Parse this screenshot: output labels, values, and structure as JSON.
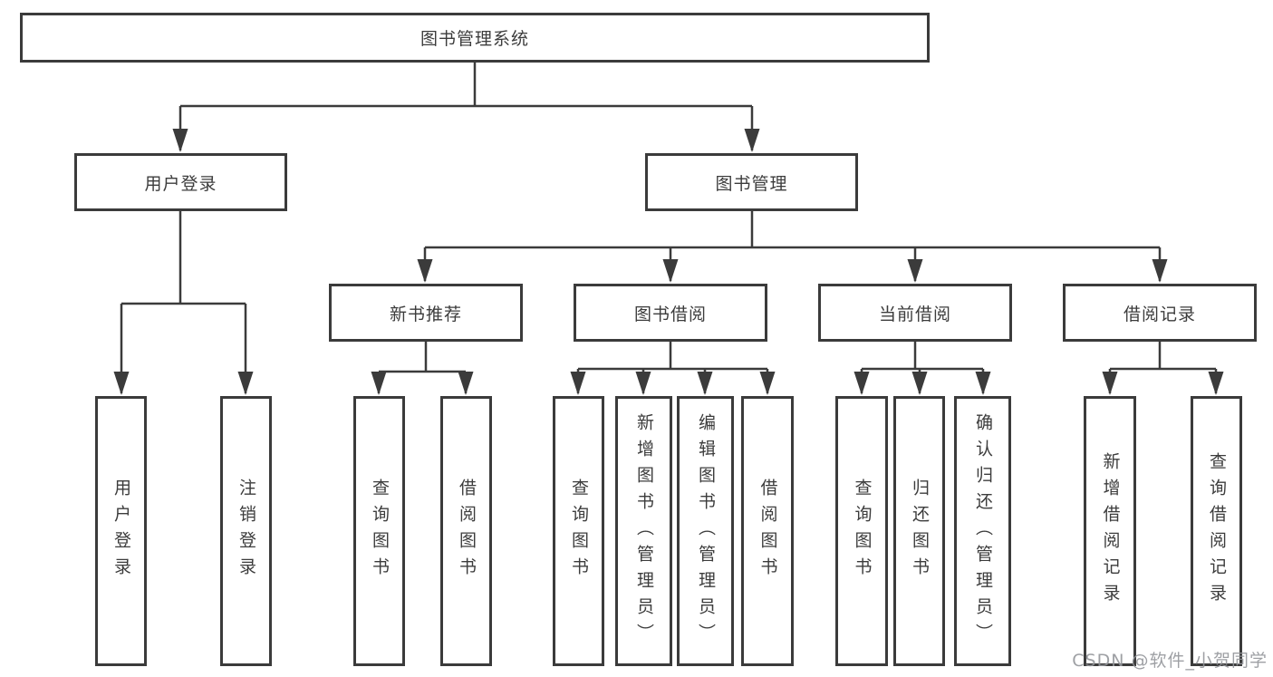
{
  "tree": {
    "root": {
      "label": "图书管理系统"
    },
    "branches": [
      {
        "label": "用户登录",
        "children": [
          {
            "label": "用户登录"
          },
          {
            "label": "注销登录"
          }
        ]
      },
      {
        "label": "图书管理",
        "groups": [
          {
            "label": "新书推荐",
            "children": [
              {
                "label": "查询图书"
              },
              {
                "label": "借阅图书"
              }
            ]
          },
          {
            "label": "图书借阅",
            "children": [
              {
                "label": "查询图书"
              },
              {
                "label": "新增图书（管理员）"
              },
              {
                "label": "编辑图书（管理员）"
              },
              {
                "label": "借阅图书"
              }
            ]
          },
          {
            "label": "当前借阅",
            "children": [
              {
                "label": "查询图书"
              },
              {
                "label": "归还图书"
              },
              {
                "label": "确认归还（管理员）"
              }
            ]
          },
          {
            "label": "借阅记录",
            "children": [
              {
                "label": "新增借阅记录"
              },
              {
                "label": "查询借阅记录"
              }
            ]
          }
        ]
      }
    ]
  },
  "watermark": "CSDN @软件_小贺同学",
  "colors": {
    "line": "#3b3b3b",
    "text": "#3c3c3c",
    "watermark": "#94969a",
    "background": "#ffffff"
  }
}
